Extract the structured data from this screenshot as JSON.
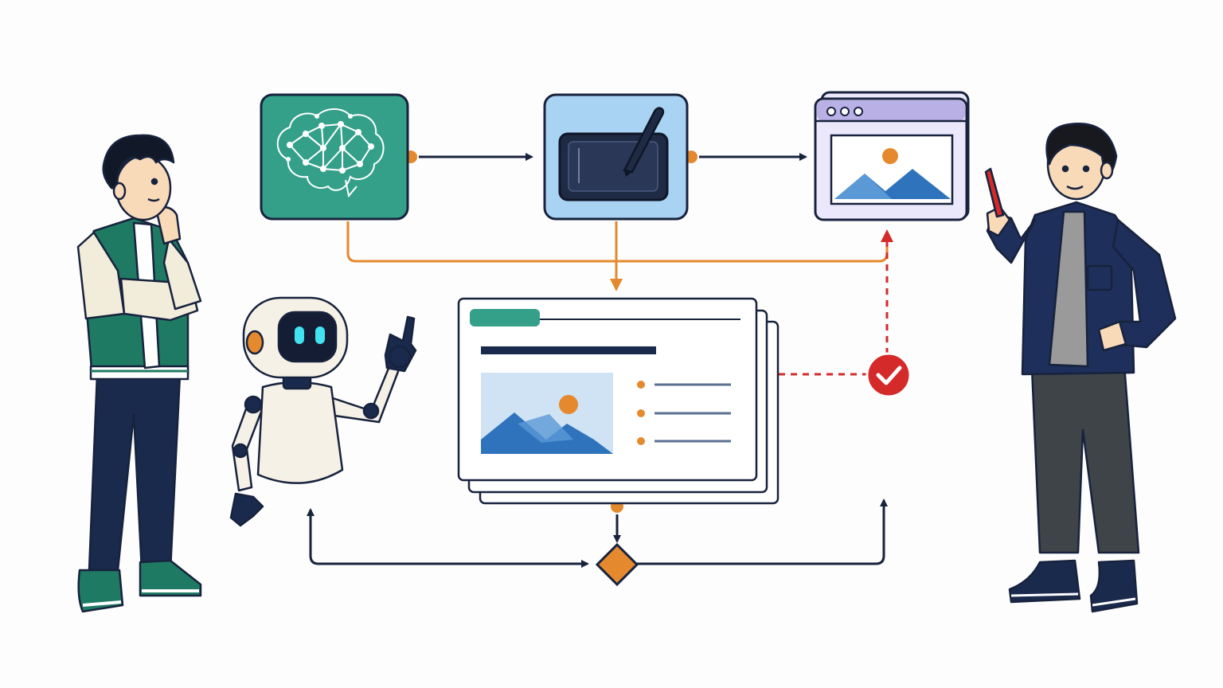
{
  "colors": {
    "background": "#fdfdfd",
    "outline": "#17223d",
    "navy": "#1a2a4d",
    "teal": "#35a08a",
    "green_jacket": "#1f7a63",
    "light_blue": "#a9d3f2",
    "lavender": "#ece8fb",
    "lavender_bar": "#b9b0e6",
    "orange": "#e5892e",
    "red": "#d42a2a",
    "sky": "#cfe3f5",
    "mountain_dark": "#2f73bd",
    "mountain_light": "#5b99d6",
    "robot_body": "#f5f1e6",
    "robot_eye": "#42e3f0",
    "gray_shirt": "#9a9a9a",
    "dark_jeans": "#3f4448"
  },
  "nodes": [
    {
      "id": "ai-model",
      "icon": "brain-network-icon"
    },
    {
      "id": "drawing-tablet",
      "icon": "pen-tablet-icon"
    },
    {
      "id": "browser-preview",
      "icon": "browser-image-icon"
    },
    {
      "id": "slide-deck",
      "icon": "slide-layout-icon"
    },
    {
      "id": "decision",
      "icon": "diamond-decision-icon"
    },
    {
      "id": "approval",
      "icon": "check-circle-icon"
    }
  ],
  "characters": [
    {
      "id": "thinking-person",
      "icon": "person-thinking-icon"
    },
    {
      "id": "robot-assistant",
      "icon": "robot-pointing-icon"
    },
    {
      "id": "presenter-person",
      "icon": "person-with-pen-icon"
    }
  ]
}
